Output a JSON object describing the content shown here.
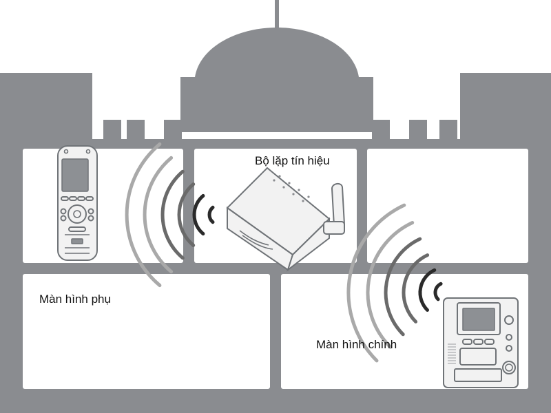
{
  "labels": {
    "repeater": "Bộ lặp tín hiệu",
    "sub_monitor": "Màn hình phụ",
    "main_monitor": "Màn hình chính"
  },
  "colors": {
    "building": "#8a8c90",
    "room": "#ffffff",
    "device_outline": "#6f7377",
    "device_body": "#f2f2f2",
    "screen": "#8d9094",
    "wave_dark": "#2a2a2a",
    "wave_mid": "#6a6a6a",
    "wave_light": "#a9a9a9",
    "label_text": "#111111"
  },
  "icons": {
    "handset": "portable-handset-icon",
    "repeater": "wireless-repeater-icon",
    "main_unit": "indoor-monitor-icon",
    "signal": "signal-waves-icon"
  }
}
